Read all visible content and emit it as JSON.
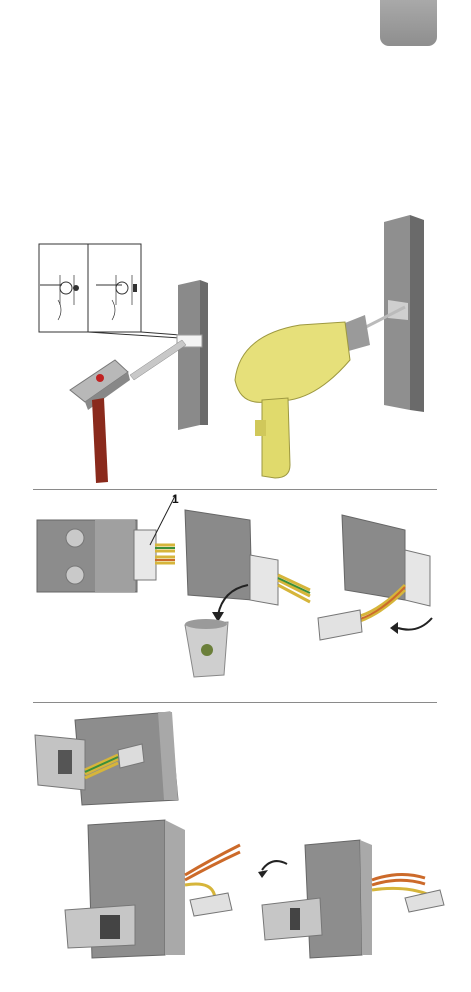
{
  "page_tab": {
    "color": "#999999"
  },
  "callouts": {
    "step_marker": "1"
  },
  "figures": [
    {
      "name": "hammer-and-drill-step"
    },
    {
      "name": "connector-disassembly-step"
    },
    {
      "name": "connector-mounting-step"
    }
  ]
}
